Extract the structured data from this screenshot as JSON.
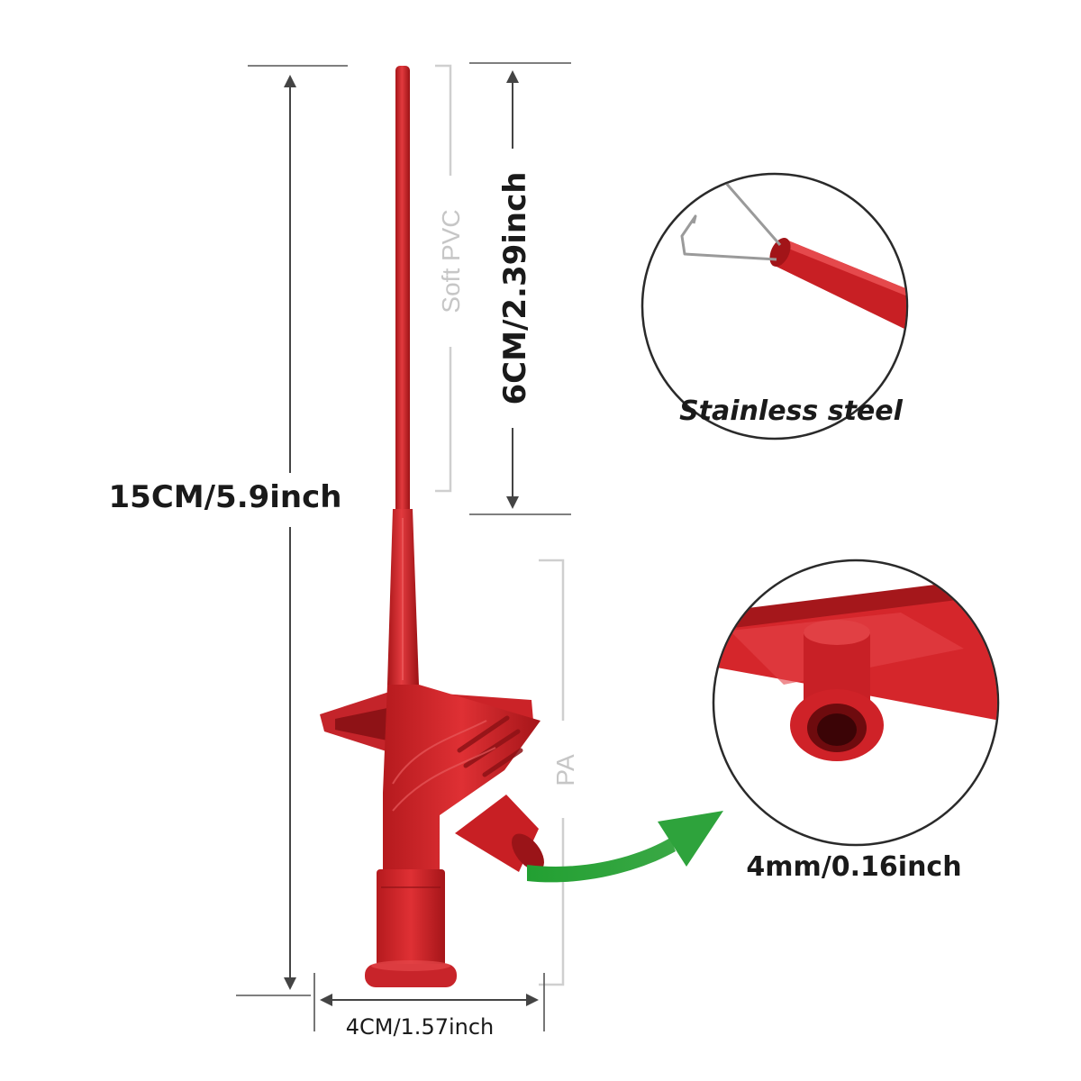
{
  "dimensions": {
    "total_length": "15CM/5.9inch",
    "tip_length": "6CM/2.39inch",
    "base_width": "4CM/1.57inch",
    "socket_size": "4mm/0.16inch"
  },
  "materials": {
    "shaft": "Soft PVC",
    "body": "PA",
    "hook": "Stainless steel"
  },
  "icons": {
    "callout_arrow": "curved-green-arrow-icon",
    "dimension_arrows": "double-headed-arrow-icon"
  },
  "colors": {
    "probe_red": "#d8262b",
    "probe_dark": "#a81619",
    "arrow_green": "#2e9e3a",
    "dimension_line": "#444444",
    "material_label": "#c6c6c6"
  }
}
